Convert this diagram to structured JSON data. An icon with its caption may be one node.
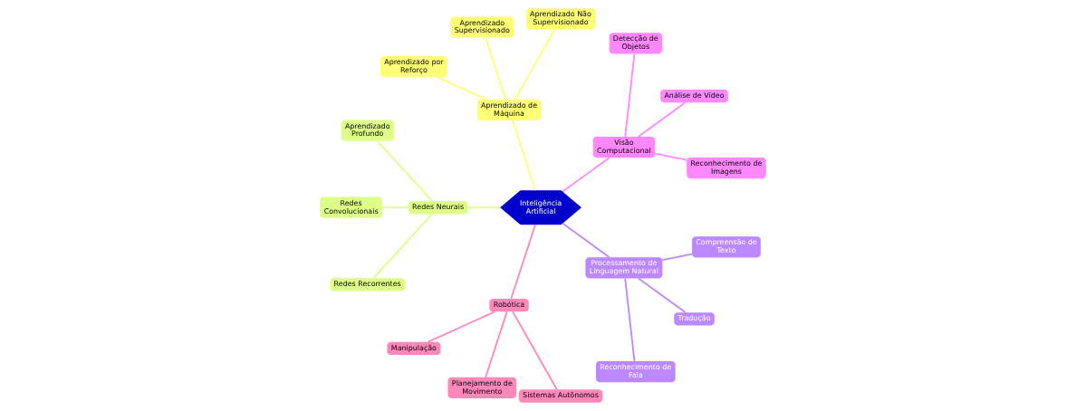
{
  "diagram": {
    "nodes": [
      {
        "text": [
          "Inteligência Artificial"
        ]
      },
      {
        "text": [
          "Visão Computacional"
        ]
      },
      {
        "text": [
          "Reconhecimento de Imagens"
        ]
      },
      {
        "text": [
          "Análise de Vídeo"
        ]
      },
      {
        "text": [
          "Detecção de Objetos"
        ]
      },
      {
        "text": [
          "Aprendizado de Máquina"
        ]
      },
      {
        "text": [
          "Aprendizado Não Supervisionado"
        ]
      },
      {
        "text": [
          "Aprendizado Supervisionado"
        ]
      },
      {
        "text": [
          "Aprendizado por Reforço"
        ]
      },
      {
        "text": [
          "Redes Neurais"
        ]
      },
      {
        "text": [
          "Aprendizado Profundo"
        ]
      },
      {
        "text": [
          "Redes Convolucionais"
        ]
      },
      {
        "text": [
          "Redes Recorrentes"
        ]
      },
      {
        "text": [
          "Robótica"
        ]
      },
      {
        "text": [
          "Manipulação"
        ]
      },
      {
        "text": [
          "Planejamento de Movimento"
        ]
      },
      {
        "text": [
          "Sistemas Autônomos"
        ]
      },
      {
        "text": [
          "Processamento de Linguagem Natural"
        ]
      },
      {
        "text": [
          "Reconhecimento de Fala"
        ]
      },
      {
        "text": [
          "Tradução"
        ]
      },
      {
        "text": [
          "Compreensão de Texto"
        ]
      }
    ],
    "edges": [
      {
        "from": 0,
        "to": 1,
        "arrow": "none",
        "color": "#ff88ff"
      },
      {
        "from": 1,
        "to": 2,
        "arrow": "none",
        "color": "#ff88ff"
      },
      {
        "from": 1,
        "to": 3,
        "arrow": "none",
        "color": "#ff88ff"
      },
      {
        "from": 1,
        "to": 4,
        "arrow": "none",
        "color": "#ff88ff"
      },
      {
        "from": 0,
        "to": 5,
        "arrow": "none",
        "color": "#ffff77"
      },
      {
        "from": 5,
        "to": 6,
        "arrow": "none",
        "color": "#ffff77"
      },
      {
        "from": 5,
        "to": 7,
        "arrow": "none",
        "color": "#ffff77"
      },
      {
        "from": 5,
        "to": 8,
        "arrow": "none",
        "color": "#ffff77"
      },
      {
        "from": 0,
        "to": 9,
        "arrow": "none",
        "color": "#ddff88"
      },
      {
        "from": 9,
        "to": 10,
        "arrow": "none",
        "color": "#ddff88"
      },
      {
        "from": 9,
        "to": 11,
        "arrow": "none",
        "color": "#ddff88"
      },
      {
        "from": 9,
        "to": 12,
        "arrow": "none",
        "color": "#ddff88"
      },
      {
        "from": 0,
        "to": 13,
        "arrow": "none",
        "color": "#ff88bb"
      },
      {
        "from": 13,
        "to": 14,
        "arrow": "none",
        "color": "#ff88bb"
      },
      {
        "from": 13,
        "to": 15,
        "arrow": "none",
        "color": "#ff88bb"
      },
      {
        "from": 13,
        "to": 16,
        "arrow": "none",
        "color": "#ff88bb"
      },
      {
        "from": 0,
        "to": 17,
        "arrow": "none",
        "color": "#bb88ff"
      },
      {
        "from": 17,
        "to": 18,
        "arrow": "none",
        "color": "#bb88ff"
      },
      {
        "from": 17,
        "to": 19,
        "arrow": "none",
        "color": "#bb88ff"
      },
      {
        "from": 17,
        "to": 20,
        "arrow": "none",
        "color": "#bb88ff"
      }
    ]
  }
}
